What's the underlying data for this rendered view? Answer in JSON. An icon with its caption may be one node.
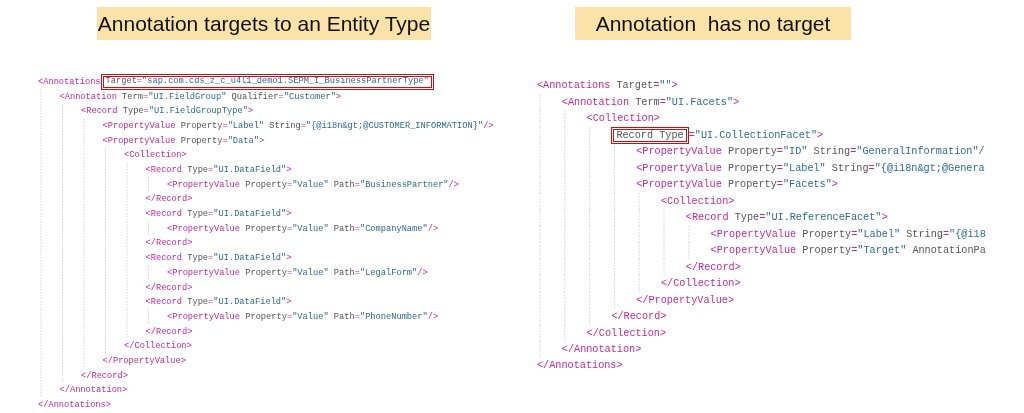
{
  "diagram": {
    "nodes": [
      {
        "text": [
          "Annotation targets to an Entity Type"
        ]
      },
      {
        "text": [
          "Annotation  has no target"
        ]
      },
      {
        "text": [
          "Target=\"sap.com.cds_z_c_u4l1_demo1.SEPM_I_BusinessPartnerType\""
        ]
      },
      {
        "text": [
          "Record Type"
        ]
      }
    ],
    "labels": [
      "<Annotations",
      "<Annotation Term=\"UI.FieldGroup\" Qualifier=\"Customer\">",
      "<Record Type=\"UI.FieldGroupType\">",
      "<PropertyValue Property=\"Label\" String=\"{@i18n&gt;@CUSTOMER_INFORMATION}\"/>",
      "<PropertyValue Property=\"Data\">",
      "<Collection>",
      "<Record Type=\"UI.DataField\">",
      "<PropertyValue Property=\"Value\" Path=\"BusinessPartner\"/>",
      "</Record>",
      "<Record Type=\"UI.DataField\">",
      "<PropertyValue Property=\"Value\" Path=\"CompanyName\"/>",
      "</Record>",
      "<Record Type=\"UI.DataField\">",
      "<PropertyValue Property=\"Value\" Path=\"LegalForm\"/>",
      "</Record>",
      "<Record Type=\"UI.DataField\">",
      "<PropertyValue Property=\"Value\" Path=\"PhoneNumber\"/>",
      "</Record>",
      "</Collection>",
      "</PropertyValue>",
      "</Record>",
      "</Annotation>",
      "</Annotations>",
      "<Annotations Target=\"\">",
      "<Annotation Term=\"UI.Facets\">",
      "<Collection>",
      "=\"UI.CollectionFacet\">",
      "<PropertyValue Property=\"ID\" String=\"GeneralInformation\"/",
      "<PropertyValue Property=\"Label\" String=\"{@i18n&gt;@Genera",
      "<PropertyValue Property=\"Facets\">",
      "<Collection>",
      "<Record Type=\"UI.ReferenceFacet\">",
      "<PropertyValue Property=\"Label\" String=\"{@i18",
      "<PropertyValue Property=\"Target\" AnnotationPa",
      "</Record>",
      "</Collection>",
      "</PropertyValue>",
      "</Record>",
      "</Collection>",
      "</Annotation>",
      "</Annotations>"
    ]
  }
}
